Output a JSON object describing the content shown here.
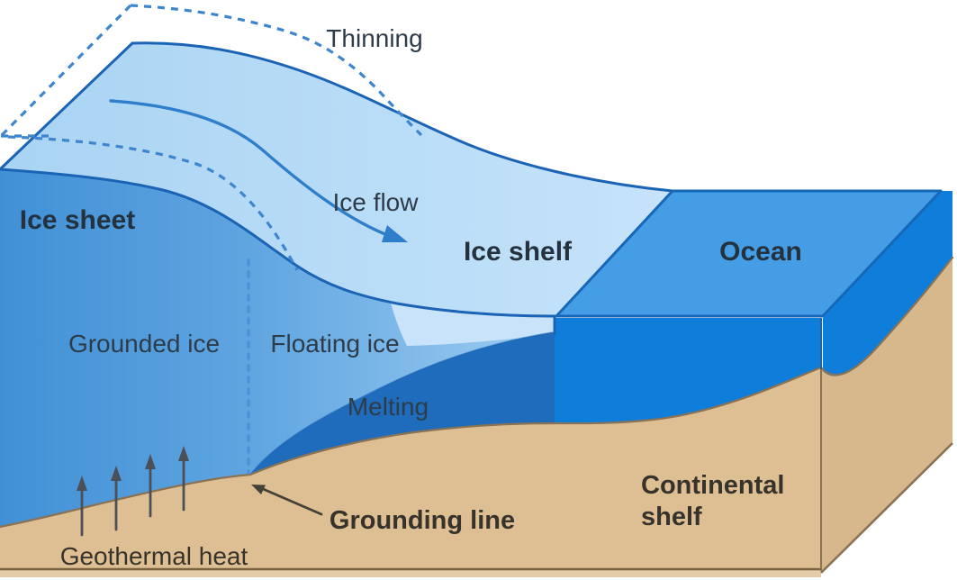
{
  "diagram_title": "Ice sheet / ice shelf / ocean cross-section",
  "labels": {
    "thinning": "Thinning",
    "ice_flow": "Ice flow",
    "ice_sheet": "Ice sheet",
    "ice_shelf": "Ice shelf",
    "ocean": "Ocean",
    "grounded_ice": "Grounded ice",
    "floating_ice": "Floating ice",
    "melting": "Melting",
    "grounding_line": "Grounding line",
    "geothermal_heat": "Geothermal heat",
    "continental_shelf_line1": "Continental",
    "continental_shelf_line2": "shelf"
  },
  "annotations": {
    "geothermal_arrow_count": 4,
    "ice_flow_arrow": "curved arrow pointing toward ice shelf",
    "grounding_line_arrow": "arrow pointing to grounding point",
    "thinning_outline": "dashed outline of former thicker ice surface",
    "grounding_divider": "vertical dashed line between grounded and floating ice"
  },
  "colors": {
    "background": "#ffffff",
    "ice_surface_left": "#a9d4f3",
    "ice_surface_right": "#c6e3fa",
    "ice_front_left": "#4190d6",
    "ice_front_mid": "#5fa5e0",
    "ice_front_right": "#9ecdf1",
    "ice_freeboard": "#c9e4fa",
    "ocean_surface": "#459de6",
    "ocean_front": "#0f7edb",
    "cavity_water": "#1e6cbb",
    "seabed_front": "#debf94",
    "seabed_side": "#d7b88c",
    "seabed_strip": "#e4cca6",
    "outline_blue": "#1b63b4",
    "edge_blue": "#1767b8",
    "dashed_blue": "#3d85cf",
    "dashed_vertical_blue": "#4a92d8",
    "flow_arrow_blue": "#2e7ecb",
    "seabed_outline": "#8a7254",
    "bottom_line": "#77613c",
    "annotation_gray": "#4b4f57",
    "annotation_brown": "#45403a"
  }
}
